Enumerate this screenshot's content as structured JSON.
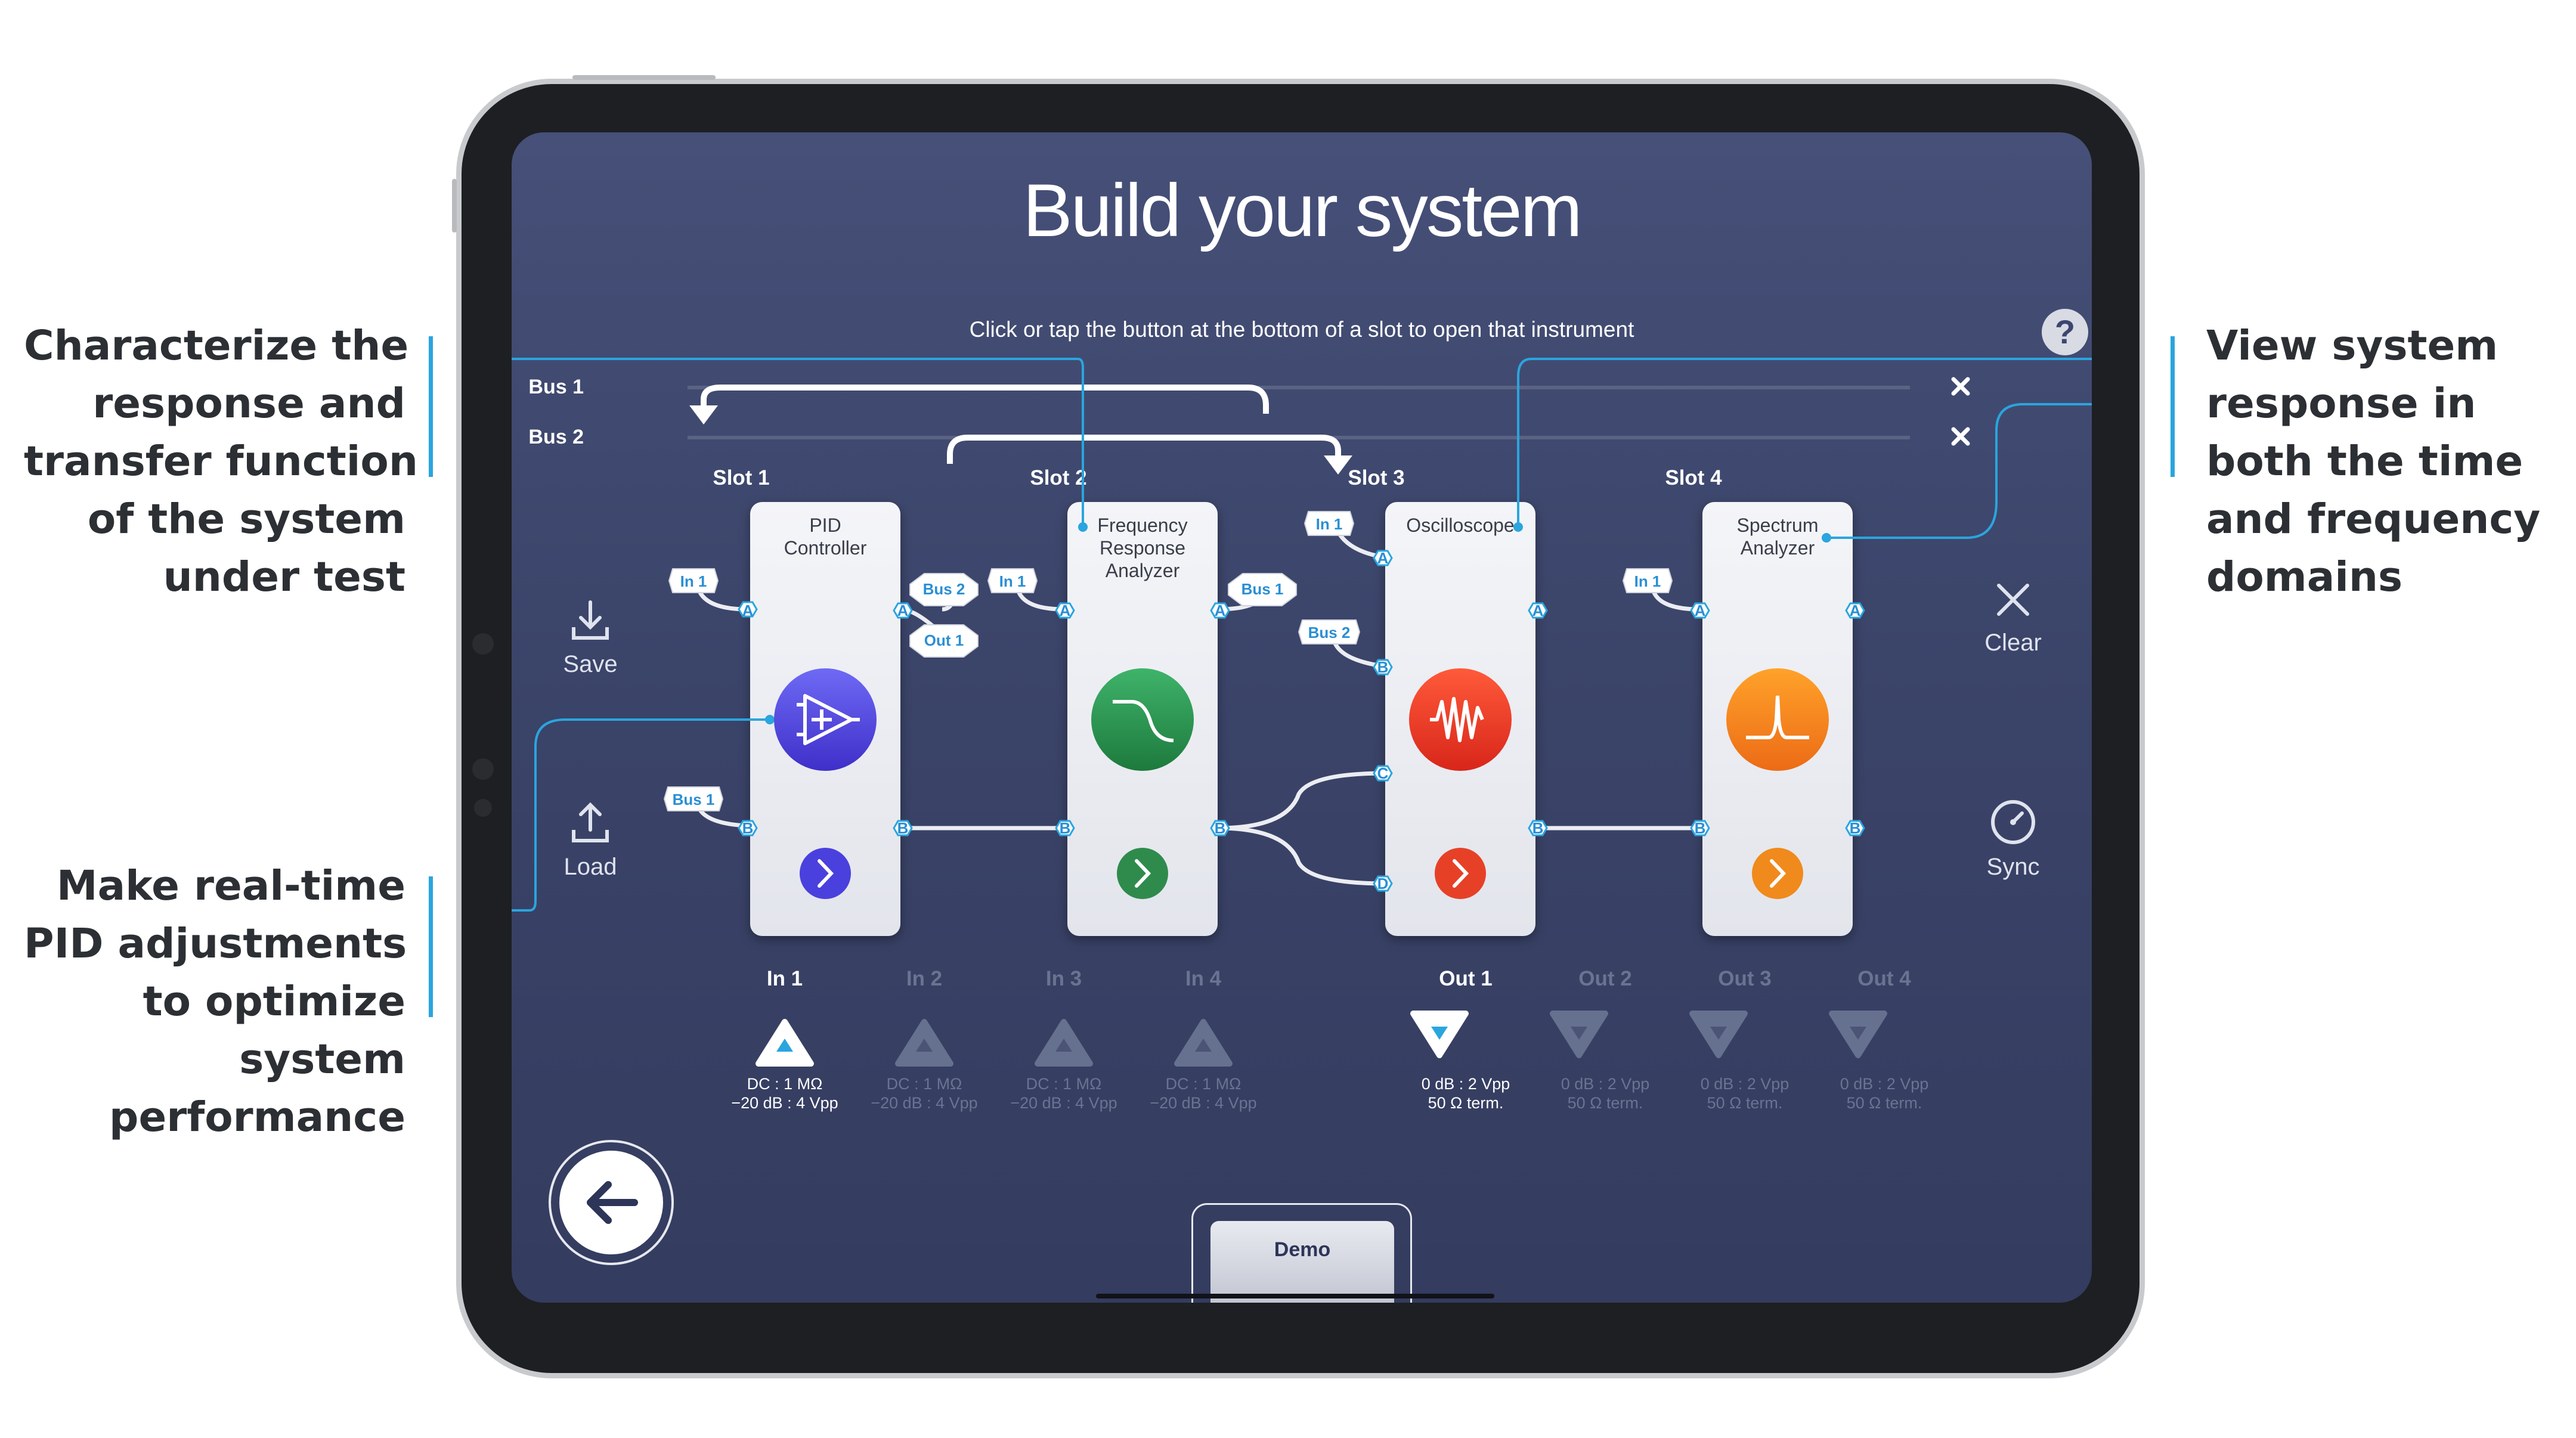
{
  "callouts": {
    "top_left": [
      "Characterize the",
      "response and",
      "transfer function",
      "of the system",
      "under test"
    ],
    "bottom_left": [
      "Make real-time",
      "PID adjustments",
      "to optimize",
      "system",
      "performance"
    ],
    "top_right": [
      "View system",
      "response in",
      "both the time",
      "and frequency",
      "domains"
    ]
  },
  "screen": {
    "title": "Build your system",
    "hint": "Click or tap the button at the bottom of a slot to open that instrument",
    "help": "?",
    "buses": [
      "Bus 1",
      "Bus 2"
    ],
    "slots": [
      {
        "label": "Slot 1",
        "name": [
          "PID",
          "Controller"
        ],
        "icon": "amplifier-icon",
        "color": "#5b4fe0"
      },
      {
        "label": "Slot 2",
        "name": [
          "Frequency",
          "Response",
          "Analyzer"
        ],
        "icon": "frequency-response-icon",
        "color": "#2f9a55"
      },
      {
        "label": "Slot 3",
        "name": [
          "Oscilloscope"
        ],
        "icon": "waveform-icon",
        "color": "#e8402a"
      },
      {
        "label": "Slot 4",
        "name": [
          "Spectrum",
          "Analyzer"
        ],
        "icon": "spectrum-peak-icon",
        "color": "#f08a1c"
      }
    ],
    "ports": {
      "a": "A",
      "b": "B",
      "c": "C",
      "d": "D"
    },
    "tags": {
      "in1": "In 1",
      "bus1": "Bus 1",
      "bus2": "Bus 2",
      "out1": "Out 1"
    },
    "side": {
      "save": "Save",
      "load": "Load",
      "clear": "Clear",
      "sync": "Sync"
    },
    "inputs": [
      {
        "label": "In 1",
        "spec1": "DC : 1 MΩ",
        "spec2": "−20 dB : 4 Vpp",
        "active": true
      },
      {
        "label": "In 2",
        "spec1": "DC : 1 MΩ",
        "spec2": "−20 dB : 4 Vpp",
        "active": false
      },
      {
        "label": "In 3",
        "spec1": "DC : 1 MΩ",
        "spec2": "−20 dB : 4 Vpp",
        "active": false
      },
      {
        "label": "In 4",
        "spec1": "DC : 1 MΩ",
        "spec2": "−20 dB : 4 Vpp",
        "active": false
      }
    ],
    "outputs": [
      {
        "label": "Out 1",
        "spec1": "0 dB : 2 Vpp",
        "spec2": "50 Ω term.",
        "active": true
      },
      {
        "label": "Out 2",
        "spec1": "0 dB : 2 Vpp",
        "spec2": "50 Ω term.",
        "active": false
      },
      {
        "label": "Out 3",
        "spec1": "0 dB : 2 Vpp",
        "spec2": "50 Ω term.",
        "active": false
      },
      {
        "label": "Out 4",
        "spec1": "0 dB : 2 Vpp",
        "spec2": "50 Ω term.",
        "active": false
      }
    ],
    "demo": "Demo"
  },
  "colors": {
    "accent": "#2aa5de",
    "screen_bg": "#3d4670",
    "inactive": "#6b7391"
  }
}
